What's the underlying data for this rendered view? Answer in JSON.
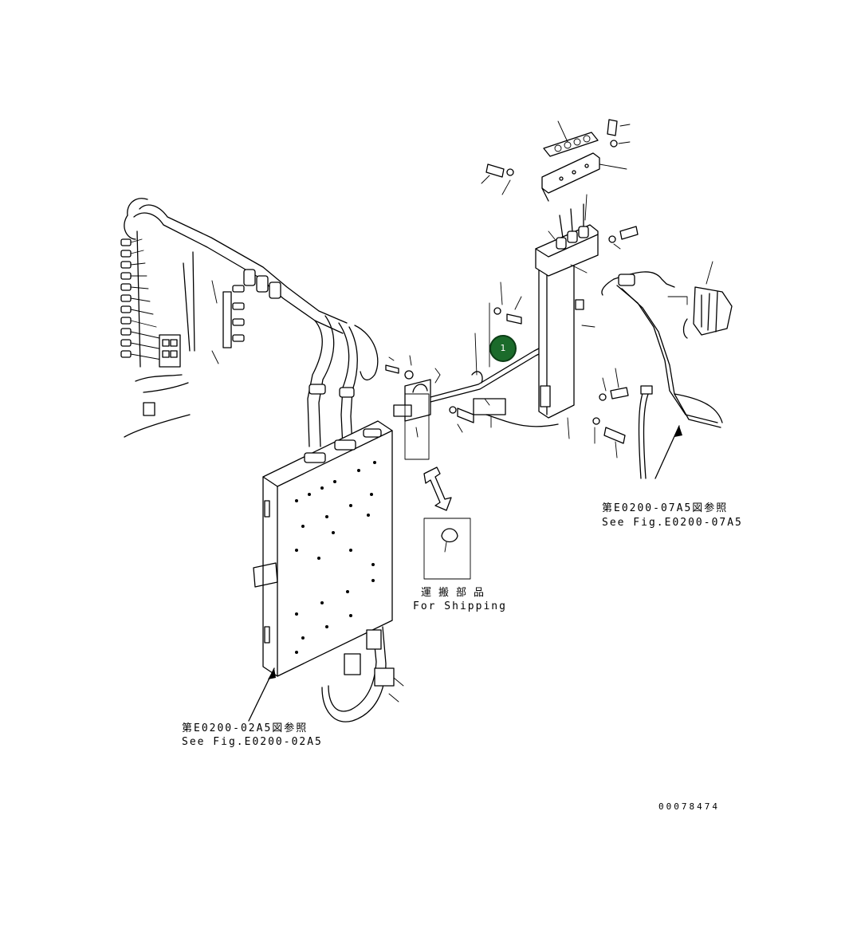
{
  "callouts": [
    {
      "label": "1"
    }
  ],
  "references": {
    "right": {
      "jp": "第E0200-07A5図参照",
      "en": "See Fig.E0200-07A5"
    },
    "bottom": {
      "jp": "第E0200-02A5図参照",
      "en": "See Fig.E0200-02A5"
    }
  },
  "shipping": {
    "jp": "運搬部品",
    "en": "For Shipping"
  },
  "drawing_number": "00078474"
}
